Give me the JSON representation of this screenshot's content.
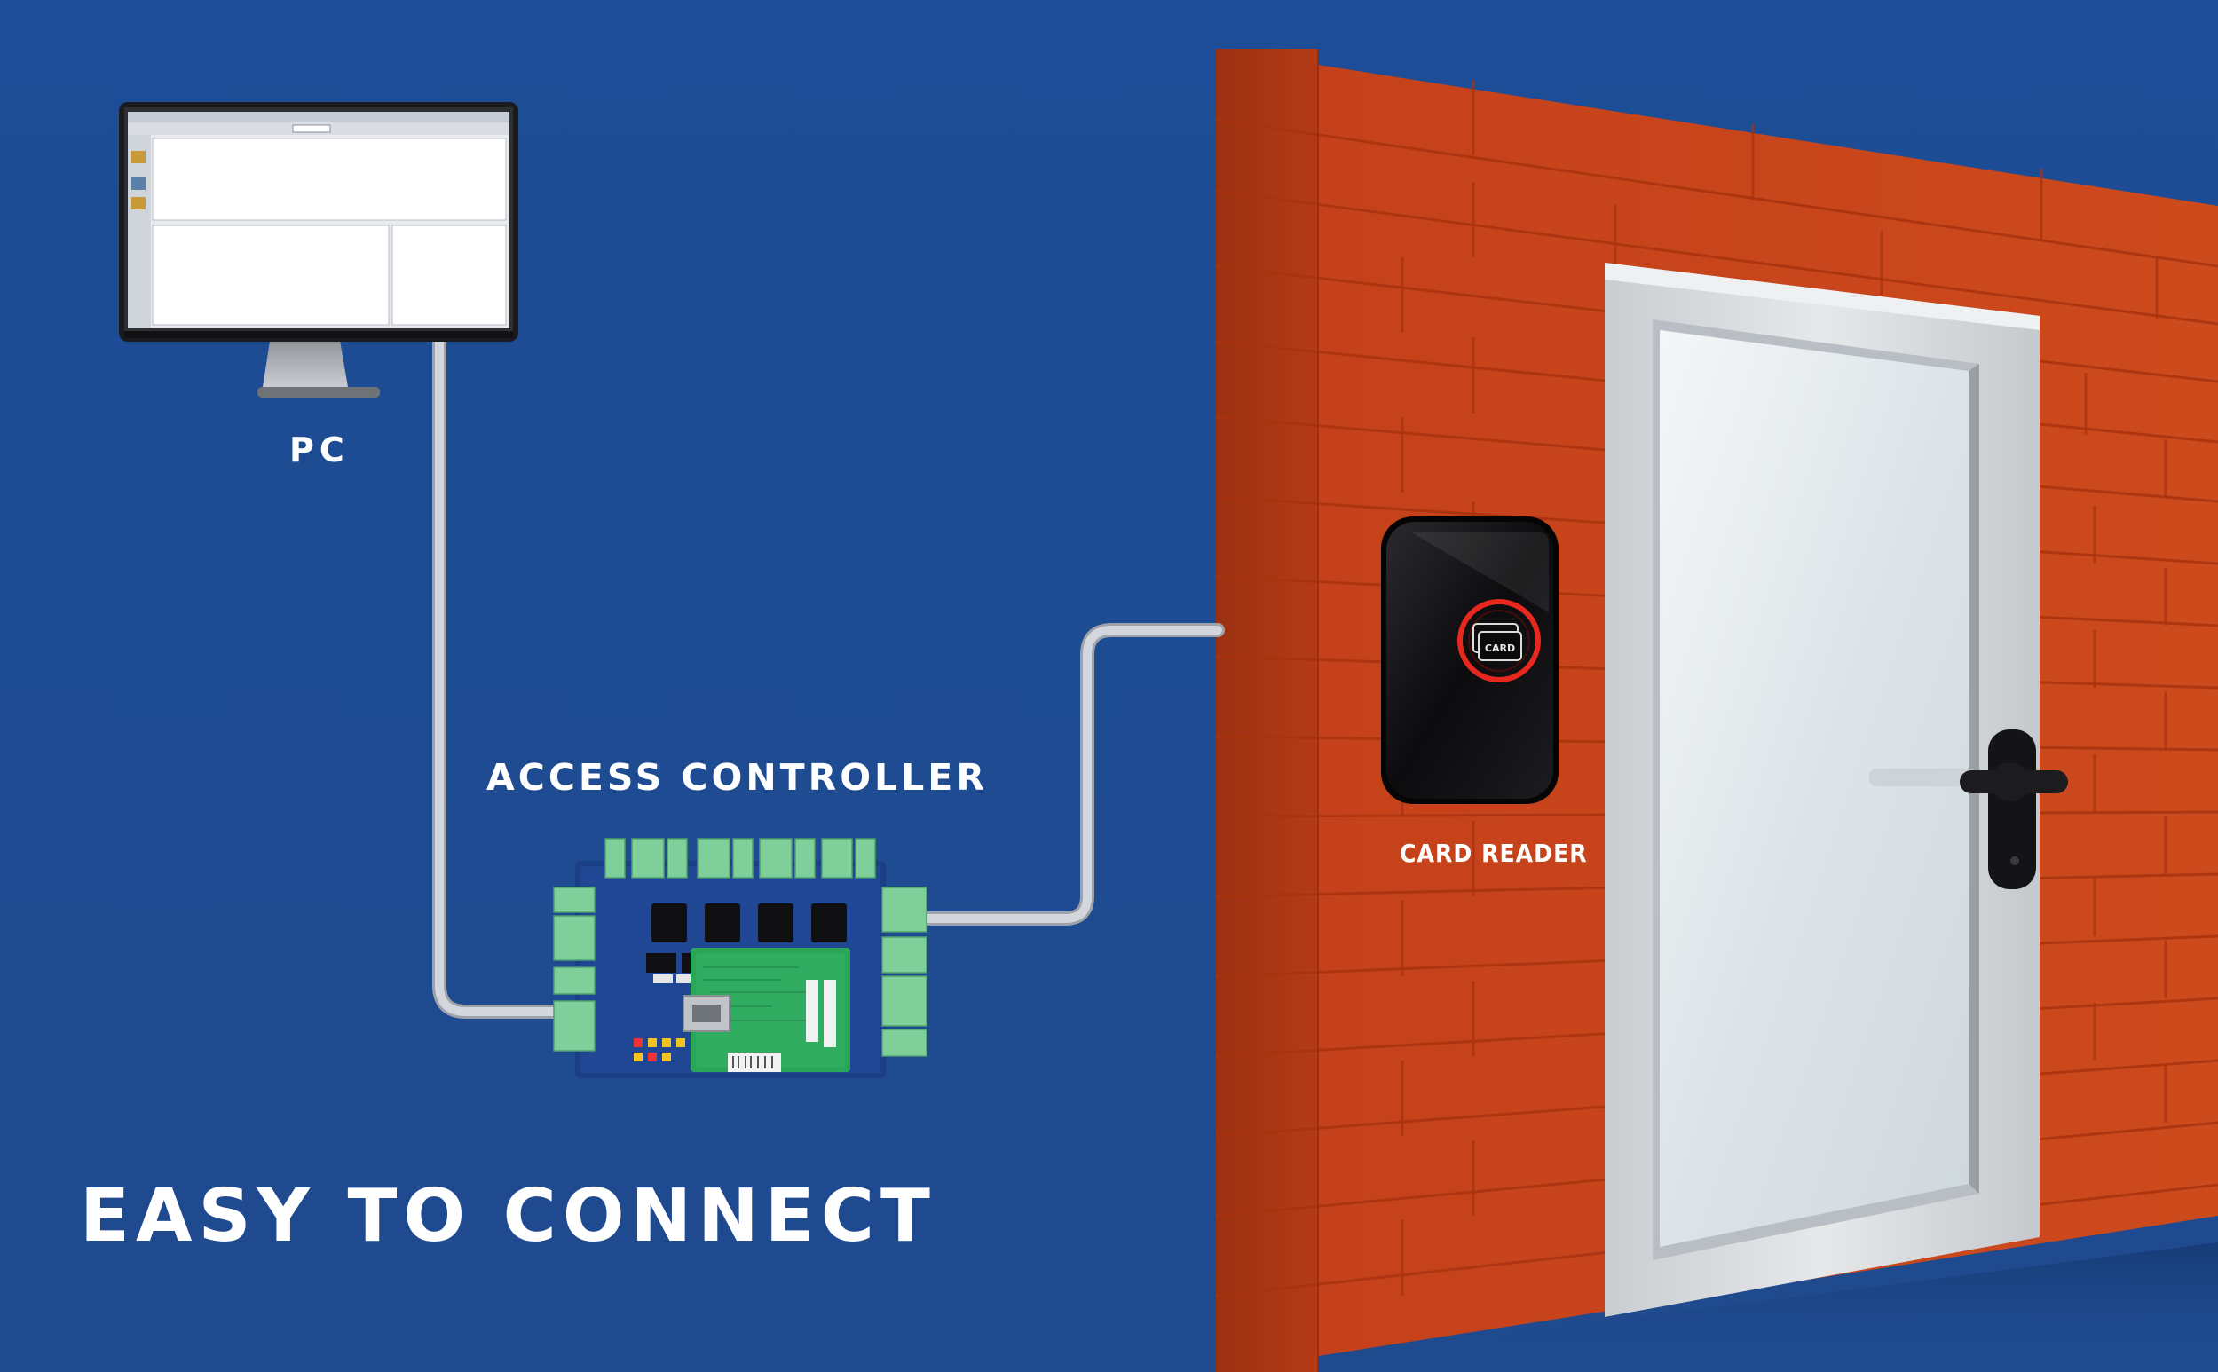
{
  "labels": {
    "pc": "PC",
    "access_controller": "ACCESS CONTROLLER",
    "card_reader": "CARD READER",
    "headline": "EASY TO CONNECT",
    "reader_icon_text": "CARD"
  },
  "colors": {
    "background": "#1e4e95",
    "brick": "#c8411a",
    "mortar": "#a8330f",
    "cable": "#c9ccd2",
    "pcb": "#1b3f86",
    "terminal_green": "#7fcf9a",
    "reader_body": "#111114",
    "reader_ring": "#e8281e",
    "door_frame": "#d9dcdf",
    "door_glass": "#dfe6ea"
  },
  "icons": [
    "monitor-icon",
    "controller-board-icon",
    "card-reader-icon",
    "card-icon",
    "door-handle-icon"
  ]
}
